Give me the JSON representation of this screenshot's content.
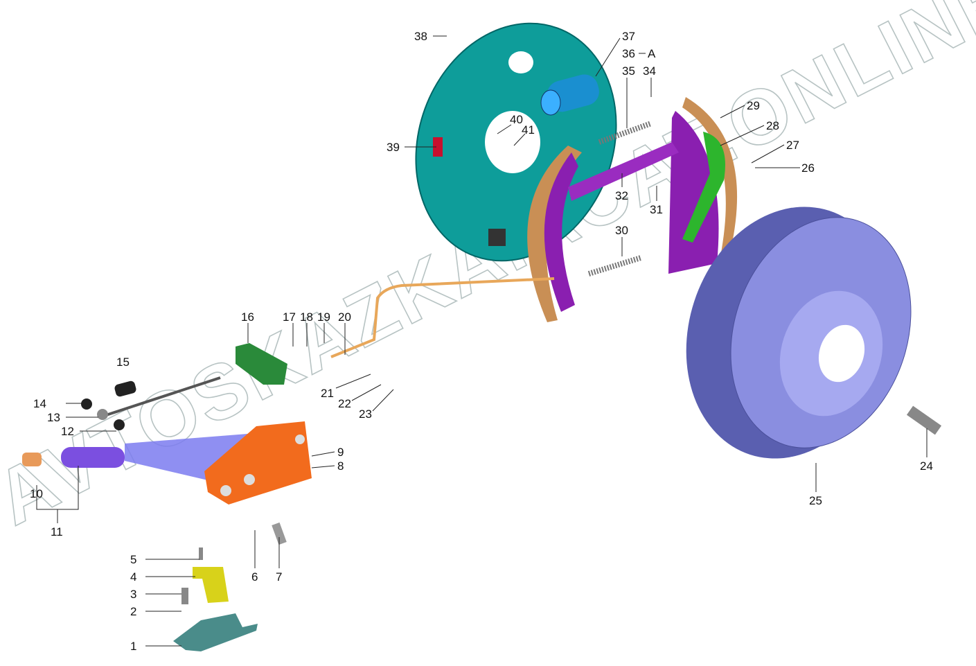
{
  "diagram": {
    "title": "Parking brake and rear drum brake assembly",
    "watermark": "AVTOSKAZKA.ACAT.ONLINE",
    "labels": {
      "l1": "1",
      "l2": "2",
      "l3": "3",
      "l4": "4",
      "l5": "5",
      "l6": "6",
      "l7": "7",
      "l8": "8",
      "l9": "9",
      "l10": "10",
      "l11": "11",
      "l12": "12",
      "l13": "13",
      "l14": "14",
      "l15": "15",
      "l16": "16",
      "l17": "17",
      "l18": "18",
      "l19": "19",
      "l20": "20",
      "l21": "21",
      "l22": "22",
      "l23": "23",
      "l24": "24",
      "l25": "25",
      "l26": "26",
      "l27": "27",
      "l28": "28",
      "l29": "29",
      "l30": "30",
      "l31": "31",
      "l32": "32",
      "l34": "34",
      "l35": "35",
      "l36": "36",
      "lA": "A",
      "l37": "37",
      "l38": "38",
      "l39": "39",
      "l40": "40",
      "l41": "41"
    },
    "colors": {
      "backing_plate": "#0e9d9a",
      "drum": "#6a6fc0",
      "shoe_lining": "#c98f55",
      "shoe": "#8a1fb0",
      "lever": "#2db52d",
      "handbrake": "#f26b1d",
      "handle": "#7b5fe0",
      "bracket": "#d8d21a",
      "mount": "#4a8c8a",
      "cable": "#e8a75a",
      "clip": "#2a8a3a"
    }
  }
}
